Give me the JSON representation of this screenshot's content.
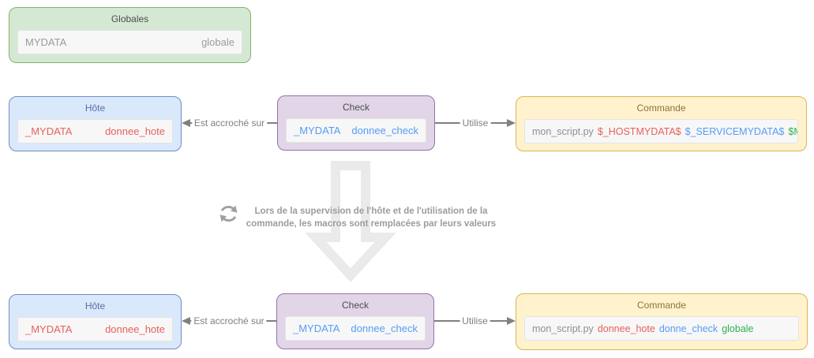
{
  "globals_box": {
    "title": "Globales",
    "key": "MYDATA",
    "value": "globale"
  },
  "edges": {
    "host_check_label": "Est accroché sur",
    "check_command_label": "Utilise"
  },
  "before": {
    "host": {
      "title": "Hôte",
      "key": "_MYDATA",
      "value": "donnee_hote"
    },
    "check": {
      "title": "Check",
      "key": "_MYDATA",
      "value": "donnee_check"
    },
    "command": {
      "title": "Commande",
      "tokens": [
        {
          "text": "mon_script.py",
          "color": "#8f8f8f"
        },
        {
          "text": "$_HOSTMYDATA$",
          "color": "#e8605c"
        },
        {
          "text": "$_SERVICEMYDATA$",
          "color": "#559cf7"
        },
        {
          "text": "$MYDATA$",
          "color": "#2db350"
        }
      ]
    }
  },
  "after": {
    "host": {
      "title": "Hôte",
      "key": "_MYDATA",
      "value": "donnee_hote"
    },
    "check": {
      "title": "Check",
      "key": "_MYDATA",
      "value": "donnee_check"
    },
    "command": {
      "title": "Commande",
      "tokens": [
        {
          "text": "mon_script.py",
          "color": "#8f8f8f"
        },
        {
          "text": "donnee_hote",
          "color": "#e8605c"
        },
        {
          "text": "donne_check",
          "color": "#559cf7"
        },
        {
          "text": "globale",
          "color": "#2db350"
        }
      ]
    }
  },
  "transition": {
    "line1": "Lors de la supervision de l'hôte et de l'utilisation de la",
    "line2": "commande, les macros sont remplacées par leurs valeurs",
    "icon": "sync-icon",
    "big_arrow_icon": "down-arrow-icon"
  },
  "colors": {
    "globals_fill": "#d5e8d4",
    "globals_border": "#82b366",
    "host_fill": "#dae8fc",
    "host_border": "#6c8ebf",
    "check_fill": "#e1d5e7",
    "check_border": "#9673a6",
    "command_fill": "#fff2cc",
    "command_border": "#d6b656",
    "macro_host_red": "#e8605c",
    "macro_service_blue": "#559cf7",
    "macro_global_green": "#2db350",
    "connector_gray": "#808080",
    "annotation_gray": "#9c9c9c"
  }
}
